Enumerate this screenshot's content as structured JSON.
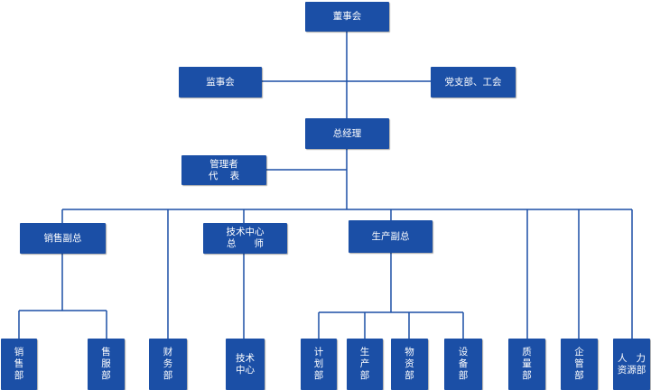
{
  "colors": {
    "box": "#1b4fa6",
    "line": "#1b4fa6",
    "text": "#ffffff"
  },
  "nodes": {
    "board": "董事会",
    "supervisory_board": "监事会",
    "party_union": "党支部、工会",
    "general_manager": "总经理",
    "management_rep": "管理者\n代    表",
    "sales_vp": "销售副总",
    "tech_center_chief": "技术中心\n总      师",
    "production_vp": "生产副总",
    "sales_dept": "销\n售\n部",
    "after_sales_dept": "售\n服\n部",
    "finance_dept": "财\n务\n部",
    "tech_center": "技术\n中心",
    "planning_dept": "计\n划\n部",
    "production_dept": "生\n产\n部",
    "materials_dept": "物\n资\n部",
    "equipment_dept": "设\n备\n部",
    "quality_dept": "质\n量\n部",
    "enterprise_mgmt_dept": "企\n管\n部",
    "hr_dept": "人   力\n资源部"
  }
}
